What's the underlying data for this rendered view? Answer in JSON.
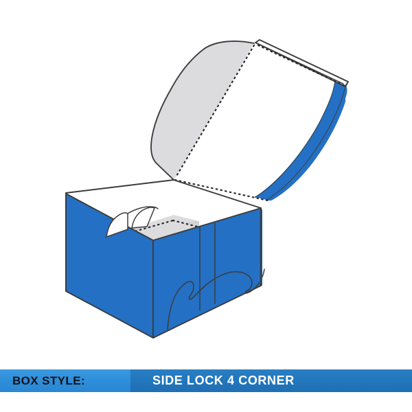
{
  "label_bar": {
    "left_label": "BOX STYLE:",
    "right_label": "SIDE LOCK 4 CORNER",
    "left_bg_color": "#2f8fda",
    "right_bg_color": "#2277bd",
    "left_text_color": "#111318",
    "right_text_color": "#ffffff"
  },
  "illustration": {
    "name": "side-lock-4-corner-box-diagram",
    "description": "Isometric line drawing of an open side lock 4 corner carton with raised lid",
    "colors": {
      "panel_blue": "#2470c4",
      "panel_blue_dark": "#1f63ae",
      "inner_gray": "#dcdcde",
      "inner_gray_dark": "#cfcfd2",
      "inner_white": "#ffffff",
      "outline": "#3c3c3c",
      "background": "#ffffff"
    },
    "parts": [
      "lid-top-panel",
      "lid-inner-white-panel",
      "lid-side-blue-flap",
      "lid-gray-tuck-flap",
      "back-inner-wall",
      "left-inner-wall",
      "box-bottom-inner-panel",
      "left-side-blue-panel",
      "front-blue-panel",
      "right-blue-panel",
      "side-lock-tabs",
      "front-arch-diecut"
    ]
  }
}
